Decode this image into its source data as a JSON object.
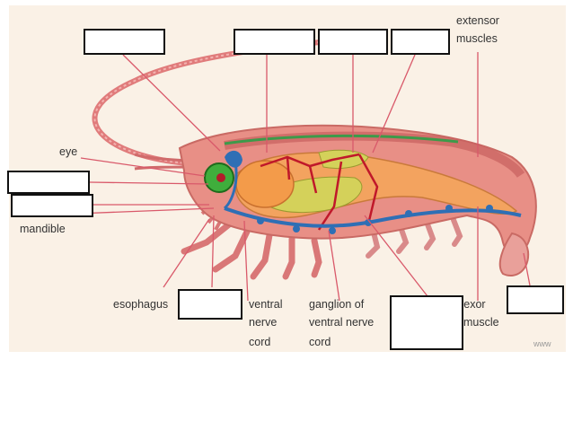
{
  "labels": {
    "eye": "eye",
    "mandible": "mandible",
    "esophagus": "esophagus",
    "extensor_1": "extensor",
    "extensor_2": "muscles",
    "ventral_nerve_1": "ventral",
    "ventral_nerve_2": "nerve",
    "ventral_nerve_3": "cord",
    "ganglion_1": "ganglion of",
    "ganglion_2": "ventral nerve",
    "ganglion_3": "cord",
    "flexor_1": "flexor",
    "flexor_2": "muscle"
  },
  "watermark": "www",
  "colors": {
    "background": "#faf1e6",
    "body": "#e88f86",
    "digestive": "#f3a35f",
    "gland": "#d4d15a",
    "nerve_cord": "#2f6fb5",
    "artery": "#c0182a",
    "eye": "#3fae3c",
    "leader_line": "#d9596a"
  }
}
